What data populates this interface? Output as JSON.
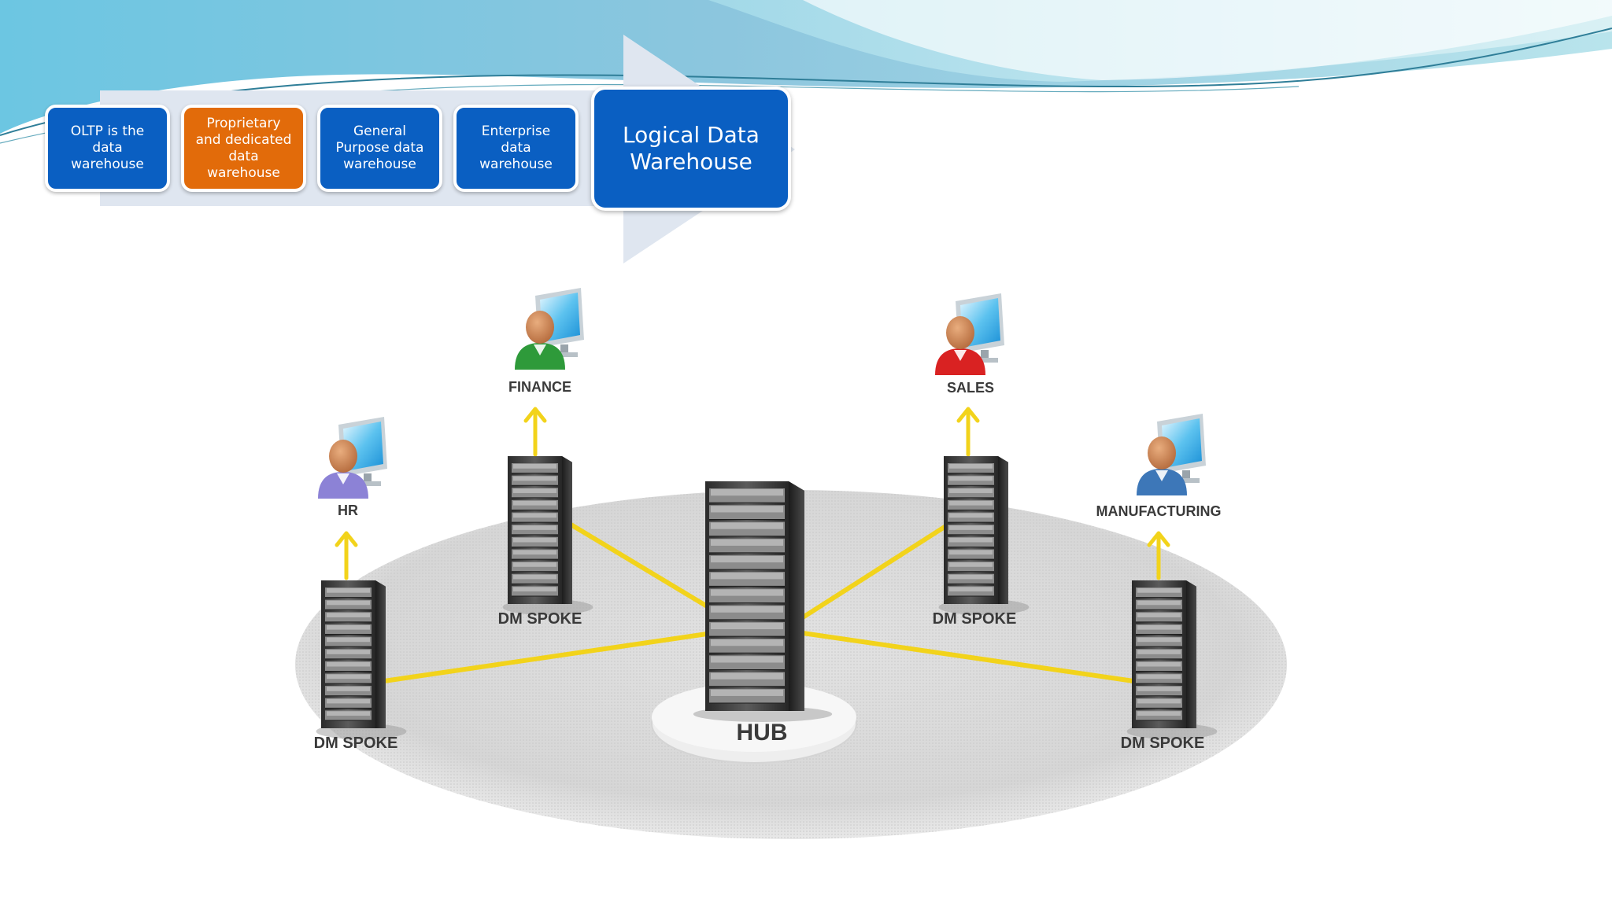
{
  "colors": {
    "step_blue": "#0a5fc2",
    "step_orange": "#e26b0a",
    "connector": "#f2d31b",
    "band_back": "#dfe6f0",
    "wave_blue": "#7cc0dc"
  },
  "process": {
    "steps": [
      {
        "label": "OLTP is the data warehouse",
        "color": "#0a5fc2"
      },
      {
        "label": "Proprietary and dedicated data warehouse",
        "color": "#e26b0a"
      },
      {
        "label": "General Purpose data warehouse",
        "color": "#0a5fc2"
      },
      {
        "label": "Enterprise data warehouse",
        "color": "#0a5fc2"
      }
    ],
    "final": {
      "label": "Logical Data Warehouse",
      "color": "#0a5fc2"
    }
  },
  "diagram": {
    "hub_label": "HUB",
    "spoke_label": "DM SPOKE",
    "departments": [
      {
        "label": "FINANCE",
        "shirt": "#2e9a3a"
      },
      {
        "label": "SALES",
        "shirt": "#d92222"
      },
      {
        "label": "HR",
        "shirt": "#8c82d6"
      },
      {
        "label": "MANUFACTURING",
        "shirt": "#3d77b8"
      }
    ]
  }
}
